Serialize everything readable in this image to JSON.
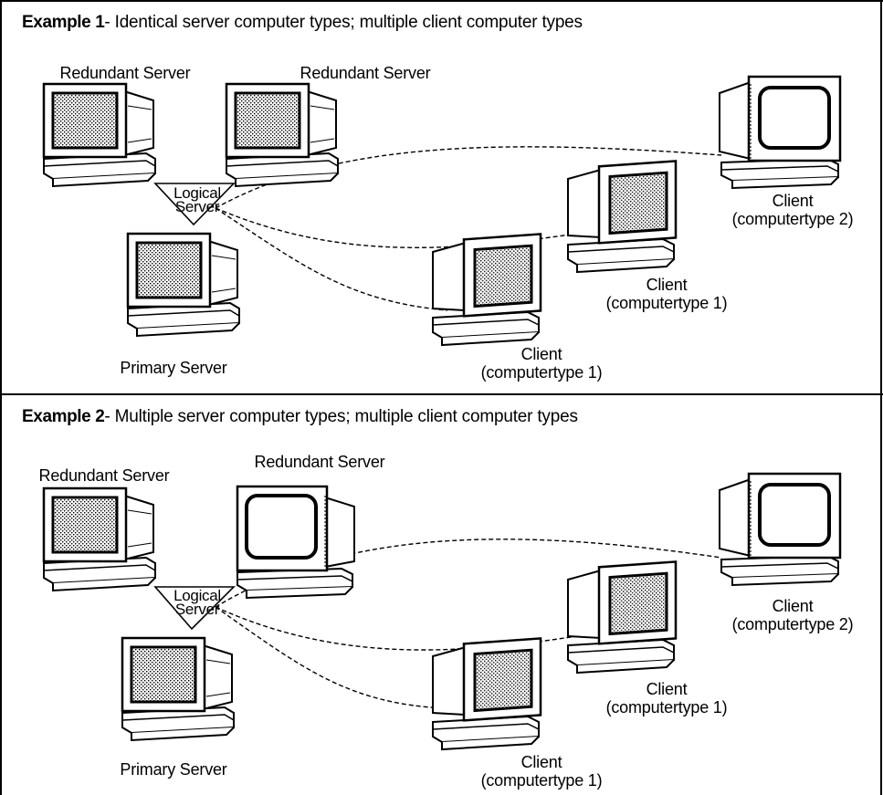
{
  "panels": [
    {
      "title_bold": "Example 1",
      "title_rest": "- Identical server computer types; multiple client computer types",
      "redundant_server_a": "Redundant Server",
      "redundant_server_b": "Redundant Server",
      "logical_server_1": "Logical",
      "logical_server_2": "Server",
      "primary_server": "Primary Server",
      "client_near_1": "Client",
      "client_near_2": "(computertype 1)",
      "client_mid_1": "Client",
      "client_mid_2": "(computertype 1)",
      "client_far_1": "Client",
      "client_far_2": "(computertype 2)"
    },
    {
      "title_bold": "Example 2",
      "title_rest": "- Multiple server computer types; multiple client computer types",
      "redundant_server_a": "Redundant Server",
      "redundant_server_b": "Redundant Server",
      "logical_server_1": "Logical",
      "logical_server_2": "Server",
      "primary_server": "Primary Server",
      "client_near_1": "Client",
      "client_near_2": "(computertype 1)",
      "client_mid_1": "Client",
      "client_mid_2": "(computertype 1)",
      "client_far_1": "Client",
      "client_far_2": "(computertype 2)"
    }
  ]
}
